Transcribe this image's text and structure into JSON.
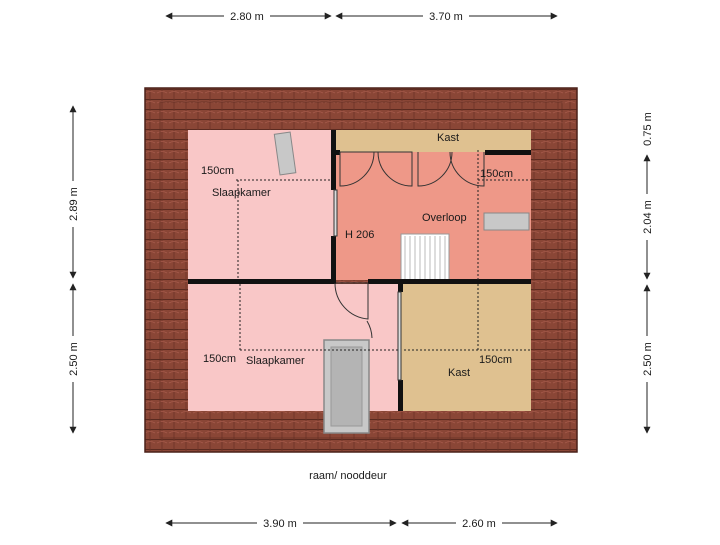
{
  "dimensions": {
    "top": [
      "2.80 m",
      "3.70 m"
    ],
    "bottom": [
      "3.90 m",
      "2.60 m"
    ],
    "left": [
      "2.89 m",
      "2.50 m"
    ],
    "right": [
      "0.75 m",
      "2.04 m",
      "2.50 m"
    ]
  },
  "rooms": {
    "bedroom_top": "Slaapkamer",
    "bedroom_bottom": "Slaapkamer",
    "landing": "Overloop",
    "closet_top": "Kast",
    "closet_bottom": "Kast",
    "ceiling_height": "H 206"
  },
  "height_lines": {
    "bedroom_top": "150cm",
    "landing": "150cm",
    "bedroom_bottom": "150cm",
    "closet_bottom": "150cm"
  },
  "caption": "raam/ nooddeur",
  "colors": {
    "roof": "#8a4636",
    "bedroom": "#f9c7c7",
    "landing": "#ee9888",
    "closet": "#dfc190",
    "wall": "#111111",
    "window": "#c8c8c8"
  }
}
